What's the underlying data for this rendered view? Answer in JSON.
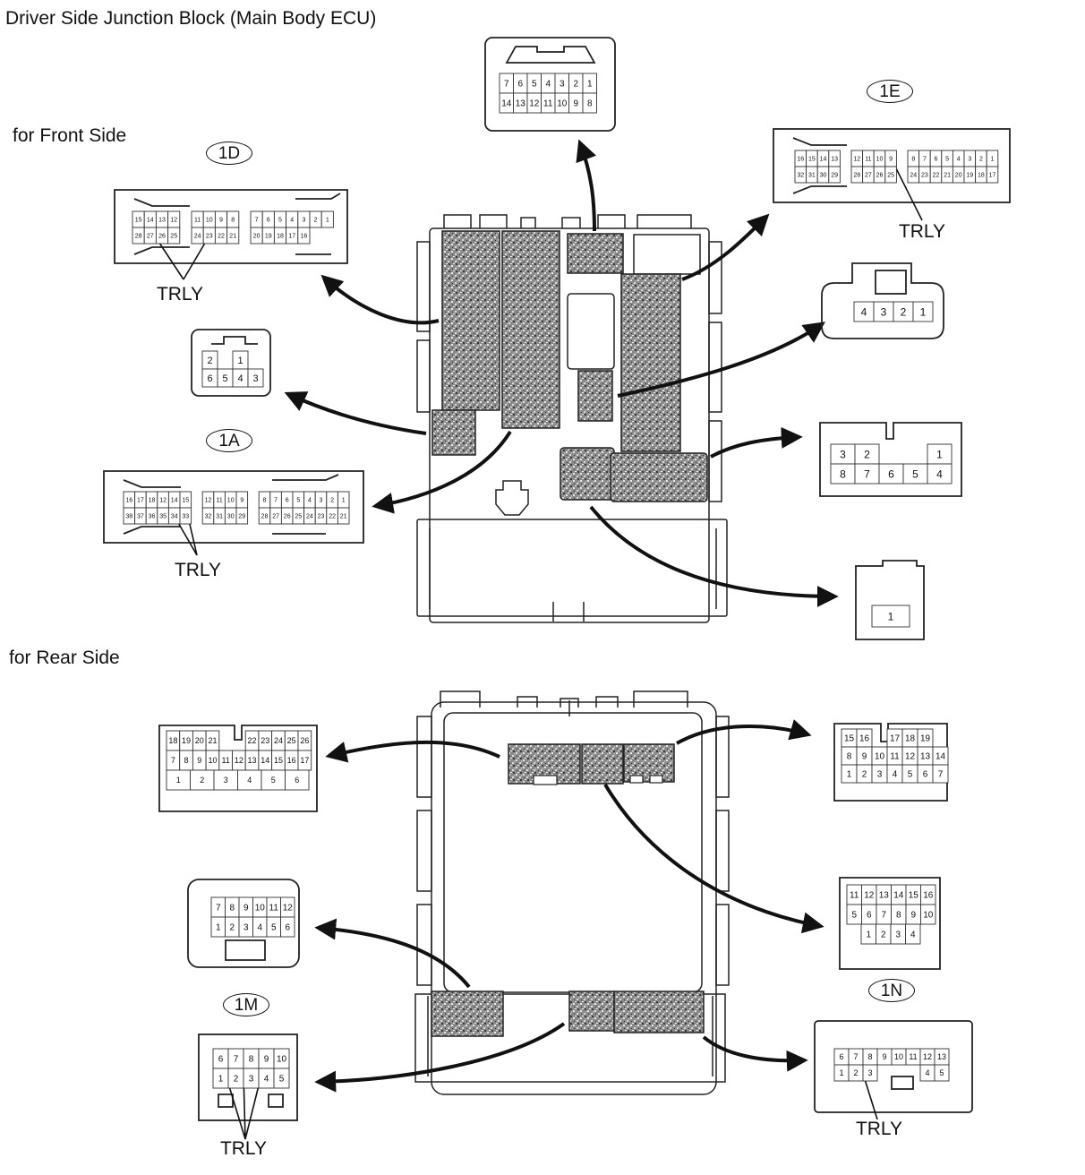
{
  "title": "Driver Side Junction Block (Main Body ECU)",
  "sections": {
    "front": "for Front Side",
    "rear": "for Rear Side"
  },
  "connector_codes": {
    "c_1D": "1D",
    "c_1E": "1E",
    "c_1A": "1A",
    "c_1M": "1M",
    "c_1N": "1N"
  },
  "callouts": {
    "trly_1D": "TRLY",
    "trly_1E": "TRLY",
    "trly_1A": "TRLY",
    "trly_1M": "TRLY",
    "trly_1N": "TRLY"
  },
  "connectors": {
    "top14": {
      "rows": [
        [
          "7",
          "6",
          "5",
          "4",
          "3",
          "2",
          "1"
        ],
        [
          "14",
          "13",
          "12",
          "11",
          "10",
          "9",
          "8"
        ]
      ]
    },
    "c1D": {
      "rows": [
        [
          "15",
          "14",
          "13",
          "12",
          "",
          "11",
          "10",
          "9",
          "8",
          "",
          "7",
          "6",
          "5",
          "4",
          "3",
          "2",
          "1"
        ],
        [
          "28",
          "27",
          "26",
          "25",
          "",
          "24",
          "23",
          "22",
          "21",
          "",
          "20",
          "19",
          "18",
          "17",
          "16",
          "",
          ""
        ]
      ]
    },
    "c1E": {
      "rows": [
        [
          "16",
          "15",
          "14",
          "13",
          "",
          "12",
          "11",
          "10",
          "9",
          "",
          "8",
          "7",
          "6",
          "5",
          "4",
          "3",
          "2",
          "1"
        ],
        [
          "32",
          "31",
          "30",
          "29",
          "",
          "28",
          "27",
          "26",
          "25",
          "",
          "24",
          "23",
          "22",
          "21",
          "20",
          "19",
          "18",
          "17"
        ]
      ]
    },
    "c4": {
      "rows": [
        [
          "4",
          "3",
          "2",
          "1"
        ]
      ]
    },
    "c6": {
      "rows": [
        [
          "2",
          "",
          "1"
        ],
        [
          "6",
          "5",
          "4",
          "3"
        ]
      ]
    },
    "c1A": {
      "rows": [
        [
          "16",
          "17",
          "18",
          "12",
          "14",
          "15",
          "",
          "12",
          "11",
          "10",
          "9",
          "",
          "8",
          "7",
          "6",
          "5",
          "4",
          "3",
          "2",
          "1"
        ],
        [
          "38",
          "37",
          "36",
          "35",
          "34",
          "33",
          "",
          "32",
          "31",
          "30",
          "29",
          "",
          "28",
          "27",
          "26",
          "25",
          "24",
          "23",
          "22",
          "21"
        ]
      ]
    },
    "c8": {
      "rows": [
        [
          "3",
          "2",
          "",
          "",
          "1"
        ],
        [
          "8",
          "7",
          "6",
          "5",
          "4"
        ]
      ]
    },
    "c1": {
      "rows": [
        [
          "1"
        ]
      ]
    },
    "r27": {
      "rows": [
        [
          "18",
          "19",
          "20",
          "21",
          "",
          "",
          "22",
          "23",
          "24",
          "25",
          "26"
        ],
        [
          "7",
          "8",
          "9",
          "10",
          "11",
          "12",
          "13",
          "14",
          "15",
          "16",
          "17"
        ],
        [
          "1",
          "2",
          "3",
          "4",
          "5",
          "6"
        ]
      ]
    },
    "r19": {
      "rows": [
        [
          "15",
          "16",
          "",
          "17",
          "18",
          "19"
        ],
        [
          "8",
          "9",
          "10",
          "11",
          "12",
          "13",
          "14"
        ],
        [
          "1",
          "2",
          "3",
          "4",
          "5",
          "6",
          "7"
        ]
      ]
    },
    "r12": {
      "rows": [
        [
          "7",
          "8",
          "9",
          "10",
          "11",
          "12"
        ],
        [
          "1",
          "2",
          "3",
          "4",
          "5",
          "6"
        ]
      ]
    },
    "r16": {
      "rows": [
        [
          "11",
          "12",
          "13",
          "14",
          "15",
          "16"
        ],
        [
          "5",
          "6",
          "7",
          "8",
          "9",
          "10"
        ],
        [
          "1",
          "2",
          "3",
          "4"
        ]
      ]
    },
    "c1M": {
      "rows": [
        [
          "6",
          "7",
          "8",
          "9",
          "10"
        ],
        [
          "1",
          "2",
          "3",
          "4",
          "5"
        ]
      ]
    },
    "c1N": {
      "rows": [
        [
          "6",
          "7",
          "8",
          "9",
          "10",
          "11",
          "12",
          "13"
        ],
        [
          "1",
          "2",
          "3",
          "",
          "",
          "",
          "4",
          "5"
        ]
      ]
    }
  }
}
